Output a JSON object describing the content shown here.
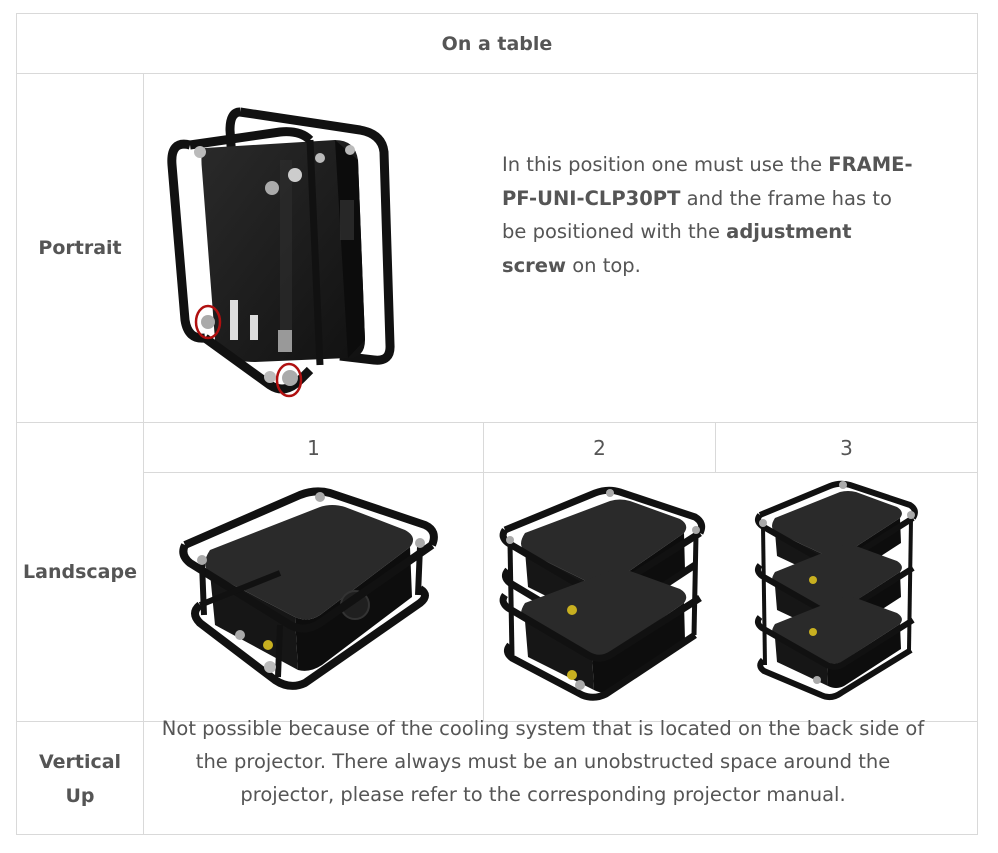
{
  "table": {
    "title": "On a table",
    "rows": {
      "portrait": {
        "label": "Portrait",
        "description": {
          "part1": "In this position one must use the ",
          "part2_bold": "FRAME-PF-UNI-CLP30PT",
          "part3": " and the frame has to be positioned with the ",
          "part4_bold": "adjustment screw",
          "part5": " on top."
        }
      },
      "landscape": {
        "label": "Landscape",
        "columns": [
          "1",
          "2",
          "3"
        ]
      },
      "vertical": {
        "label_line1": "Vertical",
        "label_line2": "Up",
        "description": "Not possible because of the cooling system that is located on the back side of the projector. There always must be an unobstructed space around the projector, please refer to the corresponding projector manual."
      }
    }
  },
  "colors": {
    "border": "#d9d9d9",
    "text": "#555555",
    "frame": "#111111",
    "projector": "#1e1e1e",
    "highlight_circle": "#b01010"
  },
  "icons": {
    "portrait_image": "projector-portrait-frame-icon",
    "landscape_1": "projector-single-frame-icon",
    "landscape_2": "projector-double-stack-icon",
    "landscape_3": "projector-triple-stack-icon"
  }
}
